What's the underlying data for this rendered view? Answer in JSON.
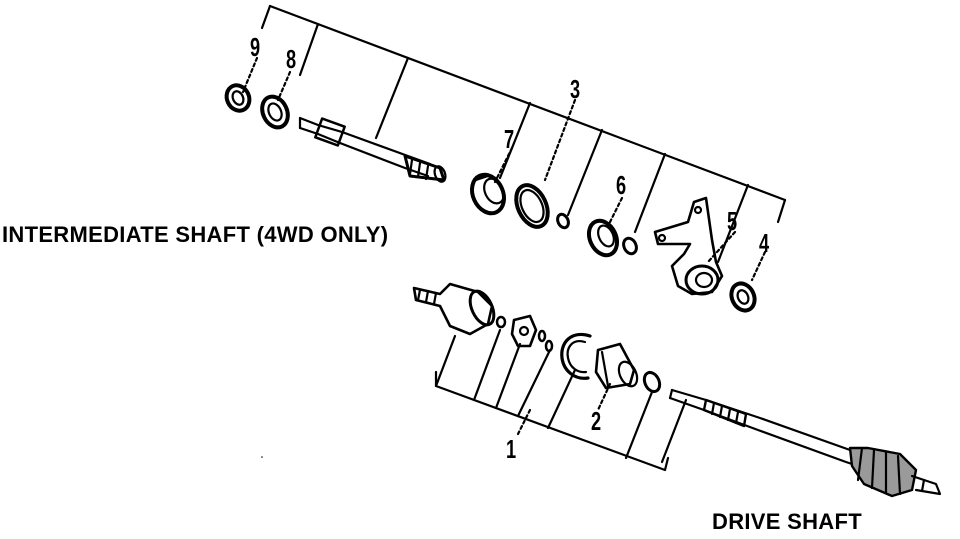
{
  "captions": {
    "intermediate": "INTERMEDIATE SHAFT (4WD ONLY)",
    "drive": "DRIVE SHAFT"
  },
  "callouts": [
    "1",
    "2",
    "3",
    "4",
    "5",
    "6",
    "7",
    "8",
    "9"
  ],
  "colors": {
    "ink": "#000000",
    "paper": "#ffffff",
    "shade": "#9a9a9a"
  }
}
